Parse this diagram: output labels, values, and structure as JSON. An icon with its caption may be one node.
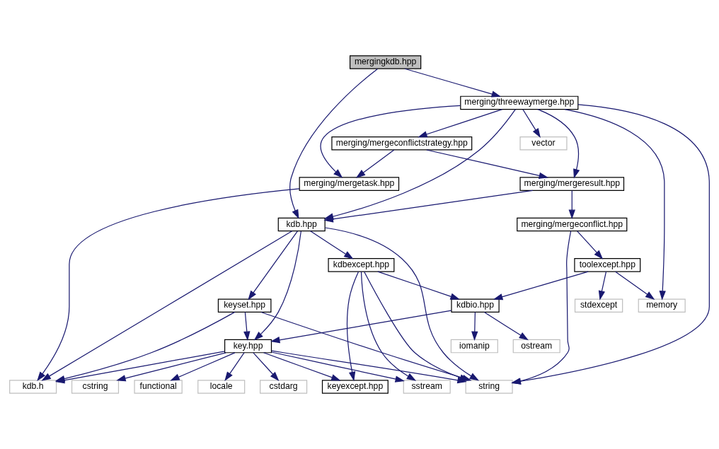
{
  "diagram": {
    "nodes": [
      {
        "text": [
          "mergingkdb.hpp"
        ]
      },
      {
        "text": [
          "merging/threewaymerge.hpp"
        ]
      },
      {
        "text": [
          "merging/mergeconflictstrategy.hpp"
        ]
      },
      {
        "text": [
          "vector"
        ]
      },
      {
        "text": [
          "merging/mergetask.hpp"
        ]
      },
      {
        "text": [
          "merging/mergeresult.hpp"
        ]
      },
      {
        "text": [
          "kdb.hpp"
        ]
      },
      {
        "text": [
          "merging/mergeconflict.hpp"
        ]
      },
      {
        "text": [
          "kdbexcept.hpp"
        ]
      },
      {
        "text": [
          "toolexcept.hpp"
        ]
      },
      {
        "text": [
          "keyset.hpp"
        ]
      },
      {
        "text": [
          "kdbio.hpp"
        ]
      },
      {
        "text": [
          "stdexcept"
        ]
      },
      {
        "text": [
          "memory"
        ]
      },
      {
        "text": [
          "key.hpp"
        ]
      },
      {
        "text": [
          "iomanip"
        ]
      },
      {
        "text": [
          "ostream"
        ]
      },
      {
        "text": [
          "kdb.h"
        ]
      },
      {
        "text": [
          "sstream"
        ]
      },
      {
        "text": [
          "keyexcept.hpp"
        ]
      },
      {
        "text": [
          "locale"
        ]
      },
      {
        "text": [
          "cstdarg"
        ]
      },
      {
        "text": [
          "cstring"
        ]
      },
      {
        "text": [
          "functional"
        ]
      },
      {
        "text": [
          "string"
        ]
      }
    ],
    "edges": [
      {
        "from": 0,
        "to": 1,
        "arrow": "to"
      },
      {
        "from": 0,
        "to": 6,
        "arrow": "to"
      },
      {
        "from": 1,
        "to": 2,
        "arrow": "to"
      },
      {
        "from": 1,
        "to": 4,
        "arrow": "to"
      },
      {
        "from": 1,
        "to": 5,
        "arrow": "to"
      },
      {
        "from": 1,
        "to": 6,
        "arrow": "to"
      },
      {
        "from": 1,
        "to": 3,
        "arrow": "to"
      },
      {
        "from": 1,
        "to": 13,
        "arrow": "to"
      },
      {
        "from": 1,
        "to": 24,
        "arrow": "to"
      },
      {
        "from": 2,
        "to": 4,
        "arrow": "to"
      },
      {
        "from": 2,
        "to": 5,
        "arrow": "to"
      },
      {
        "from": 4,
        "to": 17,
        "arrow": "to"
      },
      {
        "from": 5,
        "to": 6,
        "arrow": "to"
      },
      {
        "from": 5,
        "to": 7,
        "arrow": "to"
      },
      {
        "from": 6,
        "to": 8,
        "arrow": "to"
      },
      {
        "from": 6,
        "to": 10,
        "arrow": "to"
      },
      {
        "from": 6,
        "to": 14,
        "arrow": "to"
      },
      {
        "from": 6,
        "to": 17,
        "arrow": "to"
      },
      {
        "from": 6,
        "to": 24,
        "arrow": "to"
      },
      {
        "from": 7,
        "to": 9,
        "arrow": "to"
      },
      {
        "from": 7,
        "to": 24,
        "arrow": "to"
      },
      {
        "from": 8,
        "to": 11,
        "arrow": "to"
      },
      {
        "from": 8,
        "to": 19,
        "arrow": "to"
      },
      {
        "from": 8,
        "to": 18,
        "arrow": "to"
      },
      {
        "from": 8,
        "to": 24,
        "arrow": "to"
      },
      {
        "from": 9,
        "to": 11,
        "arrow": "to"
      },
      {
        "from": 9,
        "to": 12,
        "arrow": "to"
      },
      {
        "from": 9,
        "to": 13,
        "arrow": "to"
      },
      {
        "from": 10,
        "to": 14,
        "arrow": "to"
      },
      {
        "from": 10,
        "to": 17,
        "arrow": "to"
      },
      {
        "from": 10,
        "to": 24,
        "arrow": "to"
      },
      {
        "from": 11,
        "to": 14,
        "arrow": "to"
      },
      {
        "from": 11,
        "to": 15,
        "arrow": "to"
      },
      {
        "from": 11,
        "to": 16,
        "arrow": "to"
      },
      {
        "from": 14,
        "to": 17,
        "arrow": "to"
      },
      {
        "from": 14,
        "to": 18,
        "arrow": "to"
      },
      {
        "from": 14,
        "to": 19,
        "arrow": "to"
      },
      {
        "from": 14,
        "to": 20,
        "arrow": "to"
      },
      {
        "from": 14,
        "to": 21,
        "arrow": "to"
      },
      {
        "from": 14,
        "to": 22,
        "arrow": "to"
      },
      {
        "from": 14,
        "to": 23,
        "arrow": "to"
      },
      {
        "from": 14,
        "to": 24,
        "arrow": "to"
      }
    ]
  }
}
